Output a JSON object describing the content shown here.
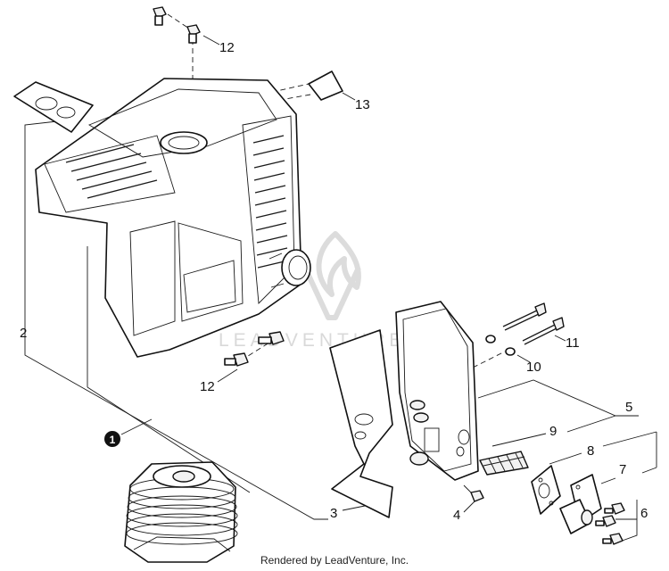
{
  "callouts": {
    "c1": "1",
    "c2": "2",
    "c3": "3",
    "c4": "4",
    "c5": "5",
    "c6": "6",
    "c7": "7",
    "c8": "8",
    "c9": "9",
    "c10": "10",
    "c11": "11",
    "c12a": "12",
    "c12b": "12",
    "c13": "13"
  },
  "watermark": {
    "text": "LEADVENTURE"
  },
  "footer": {
    "text": "Rendered by LeadVenture, Inc."
  }
}
